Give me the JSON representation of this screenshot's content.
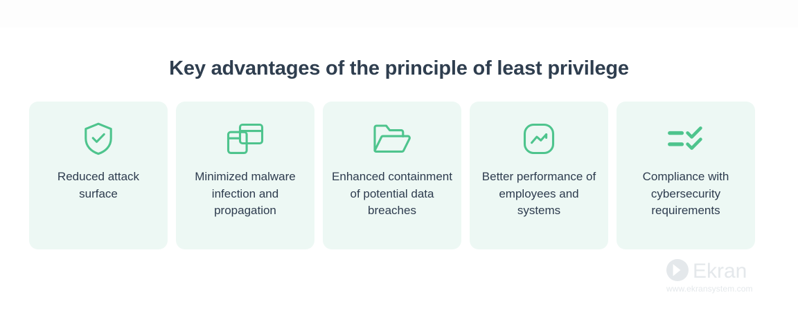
{
  "page": {
    "title": "Key advantages of the principle of least privilege",
    "background_color": "#ffffff",
    "card_background_color": "#edf8f4",
    "accent_color": "#4ec48d",
    "text_color": "#2d3b4e"
  },
  "cards": [
    {
      "icon": "shield-check-icon",
      "label": "Reduced attack surface"
    },
    {
      "icon": "overlapping-windows-icon",
      "label": "Minimized malware infection and propagation"
    },
    {
      "icon": "open-folder-icon",
      "label": "Enhanced containment of potential data breaches"
    },
    {
      "icon": "trend-chart-icon",
      "label": "Better performance of employees and systems"
    },
    {
      "icon": "checklist-icon",
      "label": "Compliance with cybersecurity requirements"
    }
  ],
  "logo": {
    "mark": "ekran-chevron-icon",
    "name": "Ekran",
    "url": "www.ekransystem.com",
    "color": "#e4e8eb"
  }
}
